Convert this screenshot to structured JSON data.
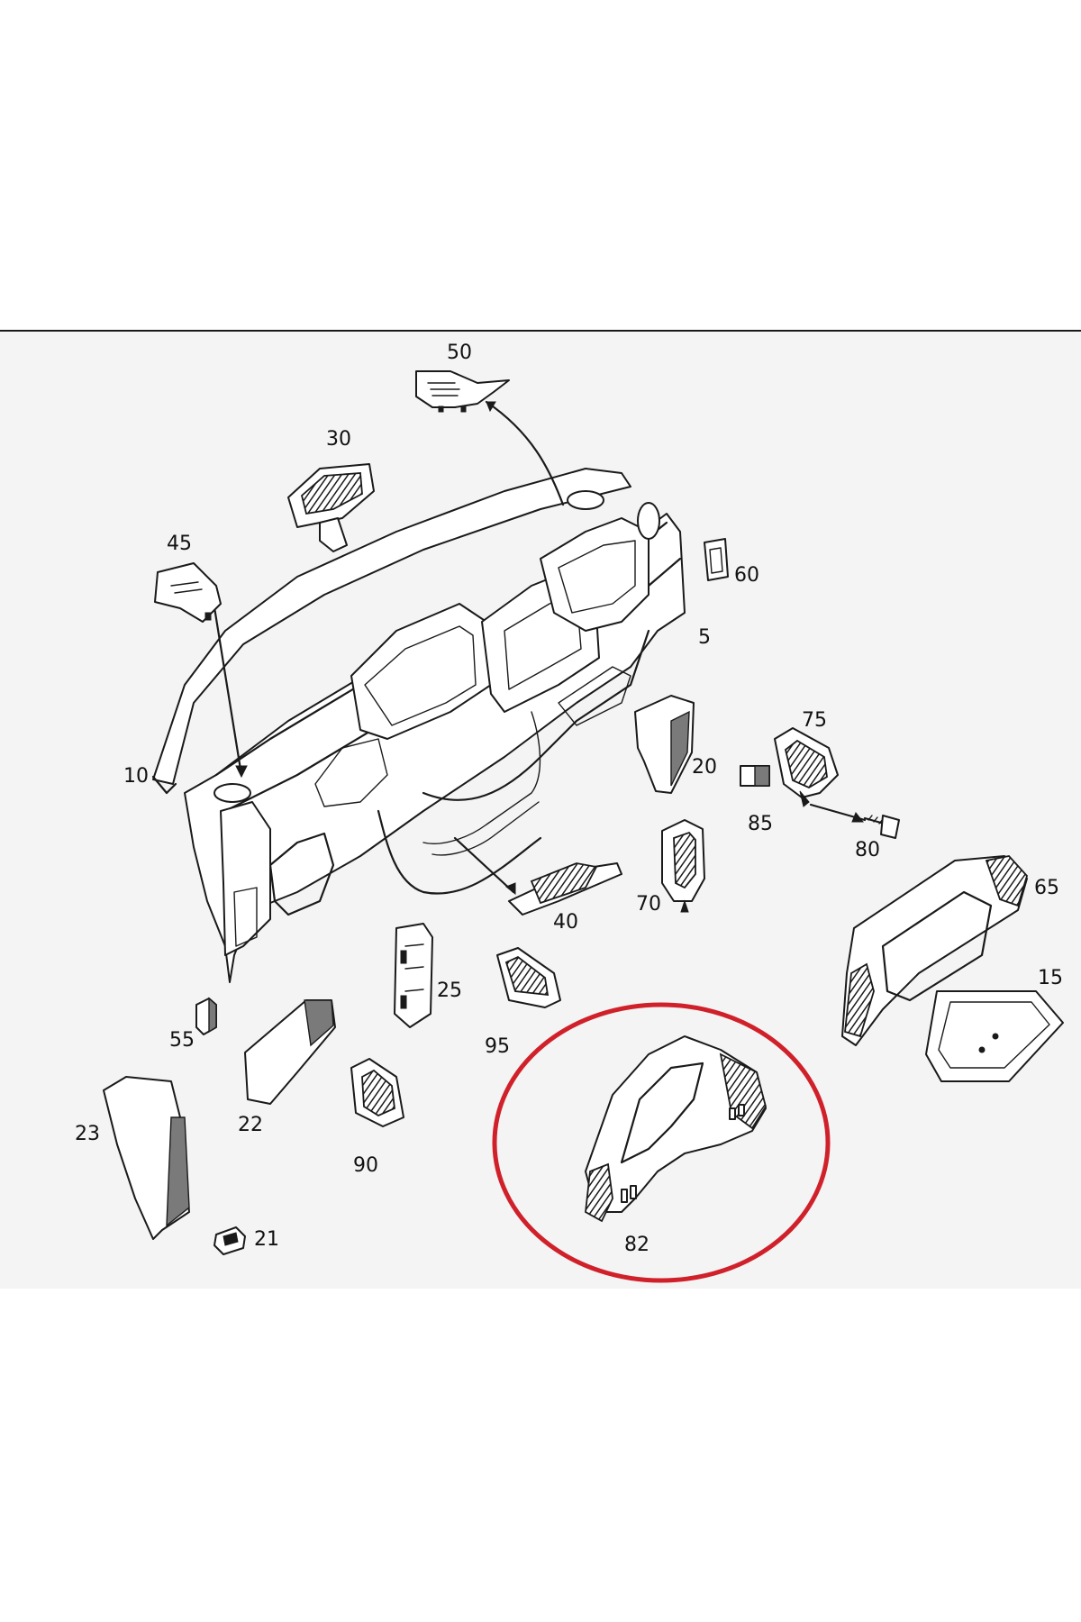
{
  "callouts": {
    "c5": "5",
    "c10": "10",
    "c15": "15",
    "c20": "20",
    "c21": "21",
    "c22": "22",
    "c23": "23",
    "c25": "25",
    "c30": "30",
    "c40": "40",
    "c45": "45",
    "c50": "50",
    "c55": "55",
    "c60": "60",
    "c65": "65",
    "c70": "70",
    "c75": "75",
    "c80": "80",
    "c82": "82",
    "c85": "85",
    "c90": "90",
    "c95": "95"
  },
  "colors": {
    "highlight": "#d0212b",
    "ink": "#1a1a1a",
    "panel": "#f4f4f4",
    "background": "#ffffff"
  }
}
